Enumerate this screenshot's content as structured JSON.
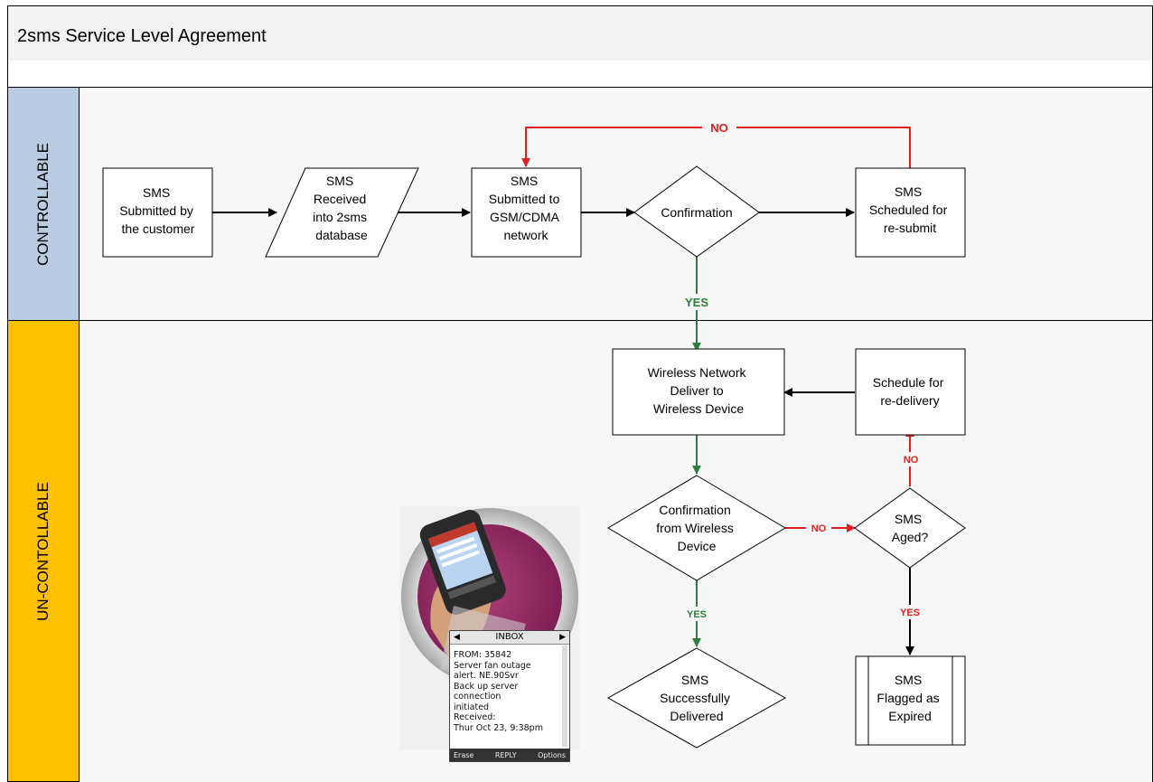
{
  "title": "2sms Service Level Agreement",
  "lanes": {
    "controllable": "CONTROLLABLE",
    "uncontrollable": "UN-CONTOLLABLE"
  },
  "nodes": {
    "submitted_customer": [
      "SMS",
      "Submitted by",
      "the customer"
    ],
    "received_db": [
      "SMS",
      "Received",
      "into 2sms",
      "database"
    ],
    "submitted_network": [
      "SMS",
      "Submitted to",
      "GSM/CDMA",
      "network"
    ],
    "confirmation": [
      "Confirmation"
    ],
    "scheduled_resubmit": [
      "SMS",
      "Scheduled for",
      "re-submit"
    ],
    "wireless_deliver": [
      "Wireless Network",
      "Deliver to",
      "Wireless Device"
    ],
    "schedule_redelivery": [
      "Schedule for",
      "re-delivery"
    ],
    "confirmation_device": [
      "Confirmation",
      "from Wireless",
      "Device"
    ],
    "sms_aged": [
      "SMS",
      "Aged?"
    ],
    "successfully_delivered": [
      "SMS",
      "Successfully",
      "Delivered"
    ],
    "flagged_expired": [
      "SMS",
      "Flagged as",
      "Expired"
    ]
  },
  "edge_labels": {
    "no": "NO",
    "yes": "YES"
  },
  "colors": {
    "yes": "#2e7d3a",
    "no": "#e02020",
    "lane_controllable": "#b8cce4",
    "lane_uncontrollable": "#ffc000"
  },
  "inbox": {
    "header": "INBOX",
    "lines": [
      "FROM: 35842",
      "Server fan outage",
      "alert. NE.90Svr",
      "Back up server",
      "connection",
      "initiated",
      "Received:",
      "Thur Oct 23, 9:38pm"
    ],
    "footer_left": "Erase",
    "footer_mid": "REPLY",
    "footer_right": "Options"
  }
}
